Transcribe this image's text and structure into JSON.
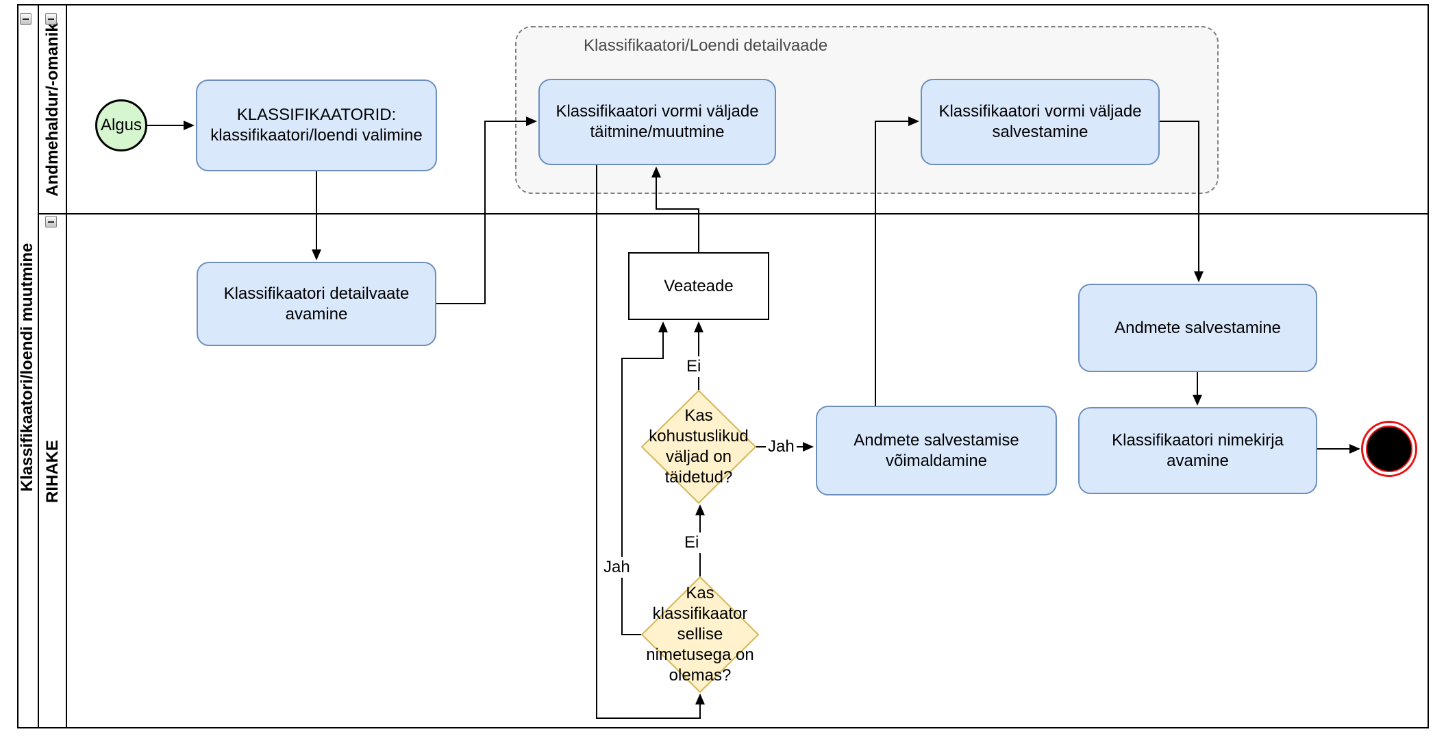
{
  "pool": {
    "label": "Klassifikaatori/loendi muutmine"
  },
  "lanes": {
    "lane1": {
      "label": "Andmehaldur/-omanik"
    },
    "lane2": {
      "label": "RIHAKE"
    }
  },
  "group": {
    "title": "Klassifikaatori/Loendi detailvaade"
  },
  "nodes": {
    "start": {
      "label": "Algus",
      "type": "start-event"
    },
    "valimine": {
      "label": "KLASSIFIKAATORID: klassifikaatori/loendi valimine",
      "type": "task"
    },
    "taitmine": {
      "label": "Klassifikaatori vormi väljade täitmine/muutmine",
      "type": "task"
    },
    "vormi_salvestamine": {
      "label": "Klassifikaatori vormi väljade salvestamine",
      "type": "task"
    },
    "detailvaate_avamine": {
      "label": "Klassifikaatori detailvaate avamine",
      "type": "task"
    },
    "veateade": {
      "label": "Veateade",
      "type": "message-box"
    },
    "kohustuslikud": {
      "label": "Kas kohustuslikud väljad on täidetud?",
      "type": "decision"
    },
    "nimetusega": {
      "label": "Kas klassifikaator sellise nimetusega on olemas?",
      "type": "decision"
    },
    "voimaldamine": {
      "label": "Andmete salvestamise võimaldamine",
      "type": "task"
    },
    "andmete_salvestamine": {
      "label": "Andmete salvestamine",
      "type": "task"
    },
    "nimekirja_avamine": {
      "label": "Klassifikaatori nimekirja avamine",
      "type": "task"
    },
    "end": {
      "label": "",
      "type": "end-event"
    }
  },
  "edge_labels": {
    "kohustuslikud_jah": "Jah",
    "kohustuslikud_ei": "Ei",
    "nimetusega_jah": "Jah",
    "nimetusega_ei": "Ei"
  },
  "colors": {
    "task_fill": "#dae8fc",
    "task_border": "#6c8ebf",
    "decision_fill": "#fff2cc",
    "decision_border": "#d6b656",
    "start_fill": "#d5f6cf",
    "start_border": "#000000",
    "end_ring": "#e81313",
    "group_fill": "#f7f7f7",
    "group_border": "#7f7f7f",
    "line": "#000000"
  }
}
